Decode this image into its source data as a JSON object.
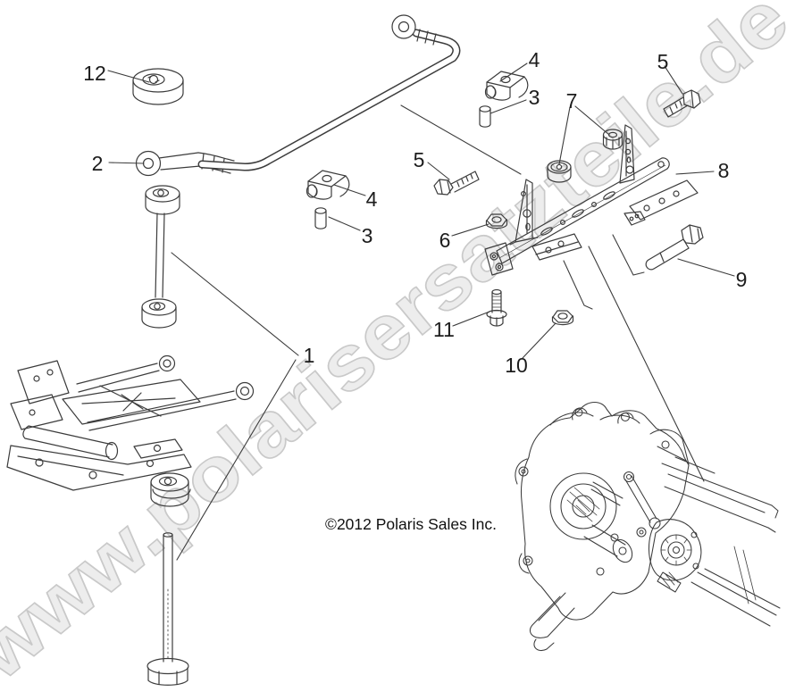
{
  "watermark": {
    "text": "www.polarisersatzteile.de"
  },
  "copyright": {
    "text": "©2012 Polaris Sales Inc."
  },
  "callouts": {
    "c1": "1",
    "c2": "2",
    "c3_upper": "3",
    "c3_lower": "3",
    "c4_upper": "4",
    "c4_lower": "4",
    "c5_right": "5",
    "c5_left": "5",
    "c6": "6",
    "c7": "7",
    "c8": "8",
    "c9": "9",
    "c10": "10",
    "c11": "11",
    "c12": "12"
  },
  "colors": {
    "line_art": "#3c3c3c",
    "watermark_fill": "#ededed",
    "watermark_outline": "#c9c9c9",
    "text": "#1c1c1c"
  }
}
